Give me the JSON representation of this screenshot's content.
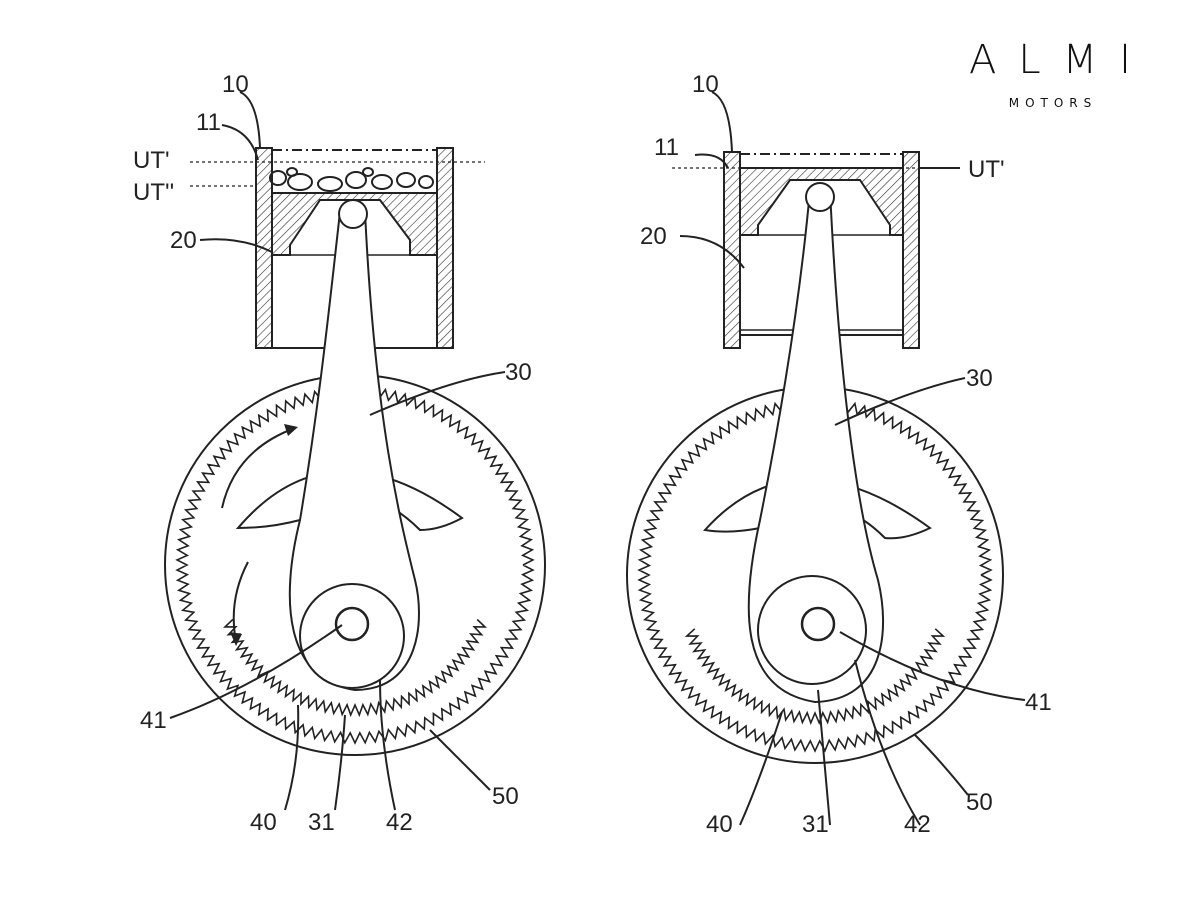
{
  "logo": {
    "name": "ALMI",
    "subtitle": "MOTORS"
  },
  "left_figure": {
    "labels": [
      "10",
      "11",
      "UT'",
      "UT''",
      "20",
      "30",
      "41",
      "40",
      "31",
      "42",
      "50"
    ]
  },
  "right_figure": {
    "labels": [
      "10",
      "11",
      "UT'",
      "20",
      "30",
      "41",
      "40",
      "31",
      "42",
      "50"
    ]
  }
}
